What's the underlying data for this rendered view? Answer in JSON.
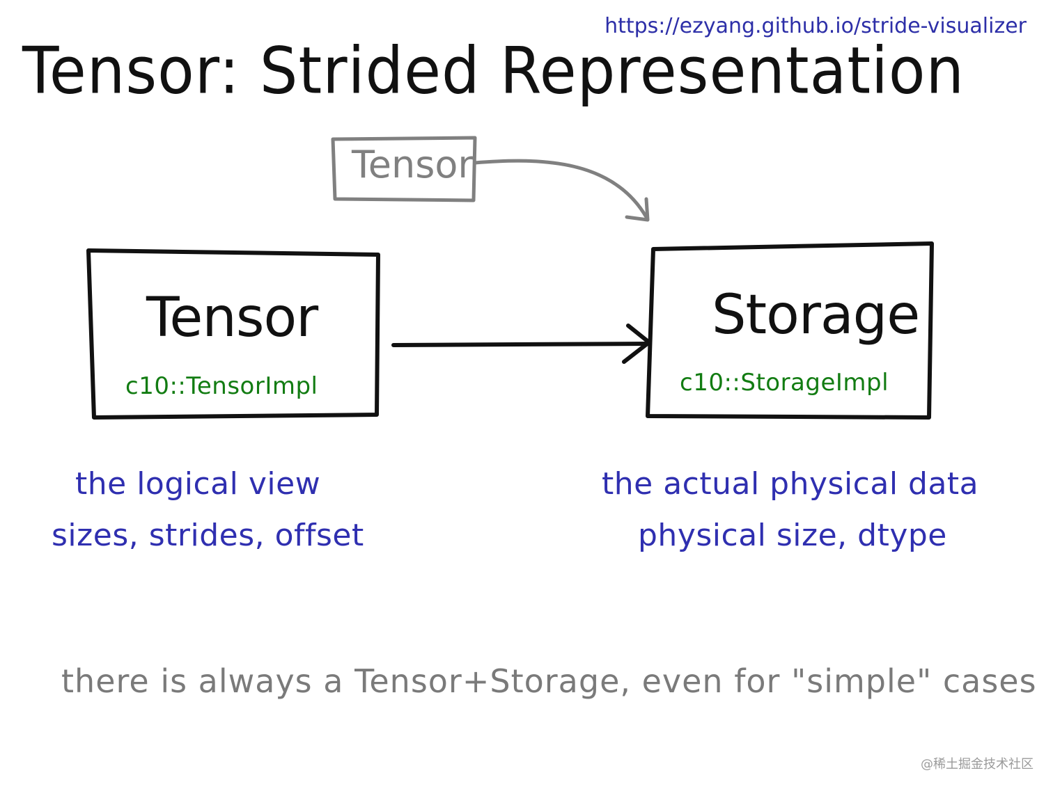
{
  "header": {
    "url": "https://ezyang.github.io/stride-visualizer",
    "title": "Tensor: Strided Representation"
  },
  "diagram": {
    "top_box_label": "Tensor",
    "left_box": {
      "label": "Tensor",
      "impl": "c10::TensorImpl"
    },
    "right_box": {
      "label": "Storage",
      "impl": "c10::StorageImpl"
    }
  },
  "notes": {
    "left_line1": "the logical view",
    "left_line2": "sizes, strides, offset",
    "right_line1": "the actual physical data",
    "right_line2": "physical size, dtype",
    "footer": "there is always a Tensor+Storage, even for \"simple\" cases"
  },
  "watermark": "@稀土掘金技术社区",
  "colors": {
    "ink": "#111111",
    "gray_ink": "#808080",
    "green_ink": "#127c12",
    "blue_ink": "#2f2fb0",
    "url_blue": "#2d2fa8"
  }
}
